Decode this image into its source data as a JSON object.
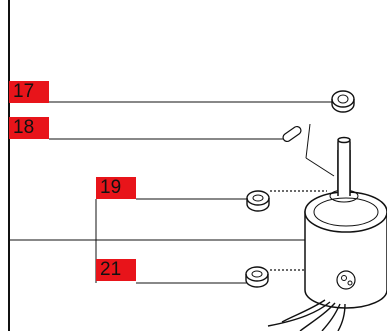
{
  "callouts": [
    {
      "id": "c17",
      "label": "17"
    },
    {
      "id": "c18",
      "label": "18"
    },
    {
      "id": "c19",
      "label": "19"
    },
    {
      "id": "c21",
      "label": "21"
    }
  ],
  "colors": {
    "callout_fill": "#e8141a",
    "line": "#111111",
    "background": "#ffffff"
  }
}
